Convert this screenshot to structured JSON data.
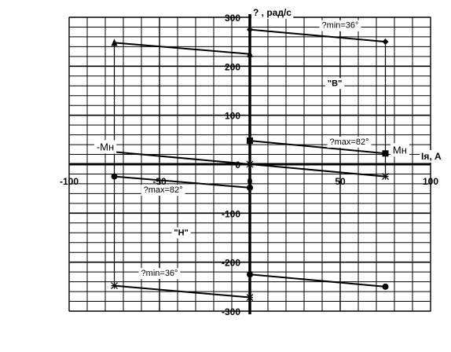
{
  "chart_data": {
    "type": "line",
    "xlim": [
      -100,
      100
    ],
    "ylim": [
      -300,
      300
    ],
    "x_ticks": [
      -100,
      -50,
      0,
      50,
      100
    ],
    "y_ticks": [
      300,
      200,
      100,
      0,
      -100,
      -200,
      -300
    ],
    "x_tick_labels": [
      "-100",
      "-50",
      "0",
      "50",
      "100"
    ],
    "y_tick_labels": [
      "300",
      "200",
      "100",
      "0",
      "-100",
      "-200",
      "-300"
    ],
    "xlabel": "Iя, A",
    "ylabel": "? , рад/c",
    "grid": true,
    "series": [
      {
        "points": [
          [
            -75,
            248
          ],
          [
            0,
            225
          ]
        ],
        "marker": "triangle"
      },
      {
        "points": [
          [
            0,
            275
          ],
          [
            75,
            250
          ]
        ],
        "marker": "diamond"
      },
      {
        "points": [
          [
            -75,
            25
          ],
          [
            0,
            0
          ]
        ],
        "marker": "none"
      },
      {
        "points": [
          [
            0,
            48
          ],
          [
            75,
            22
          ]
        ],
        "marker": "square"
      },
      {
        "points": [
          [
            0,
            0
          ],
          [
            75,
            -25
          ]
        ],
        "marker": "star"
      },
      {
        "points": [
          [
            -75,
            -25
          ],
          [
            0,
            -48
          ]
        ],
        "marker": "circle"
      },
      {
        "points": [
          [
            -75,
            -248
          ],
          [
            0,
            -272
          ]
        ],
        "marker": "star"
      },
      {
        "points": [
          [
            0,
            -225
          ],
          [
            75,
            -250
          ]
        ],
        "marker": "circle"
      }
    ],
    "vertical_lines": [
      {
        "x": -75,
        "y_from": -248,
        "y_to": 248
      },
      {
        "x": 75,
        "y_from": -22,
        "y_to": 250
      }
    ],
    "annotations": [
      {
        "text": "?min=36°",
        "x": 50,
        "y": 278,
        "boxed": true
      },
      {
        "text": "\"B\"",
        "x": 47,
        "y": 160,
        "boxed": true
      },
      {
        "text": "?max=82°",
        "x": 55,
        "y": 40,
        "boxed": true
      },
      {
        "text": "-Mн",
        "x": -80,
        "y": 28,
        "boxed": true
      },
      {
        "text": "Mн",
        "x": 83,
        "y": 22,
        "boxed": true
      },
      {
        "text": "?max=82°",
        "x": -48,
        "y": -58,
        "boxed": true
      },
      {
        "text": "\"H\"",
        "x": -38,
        "y": -145,
        "boxed": true
      },
      {
        "text": "?min=36°",
        "x": -50,
        "y": -228,
        "boxed": true
      }
    ]
  }
}
